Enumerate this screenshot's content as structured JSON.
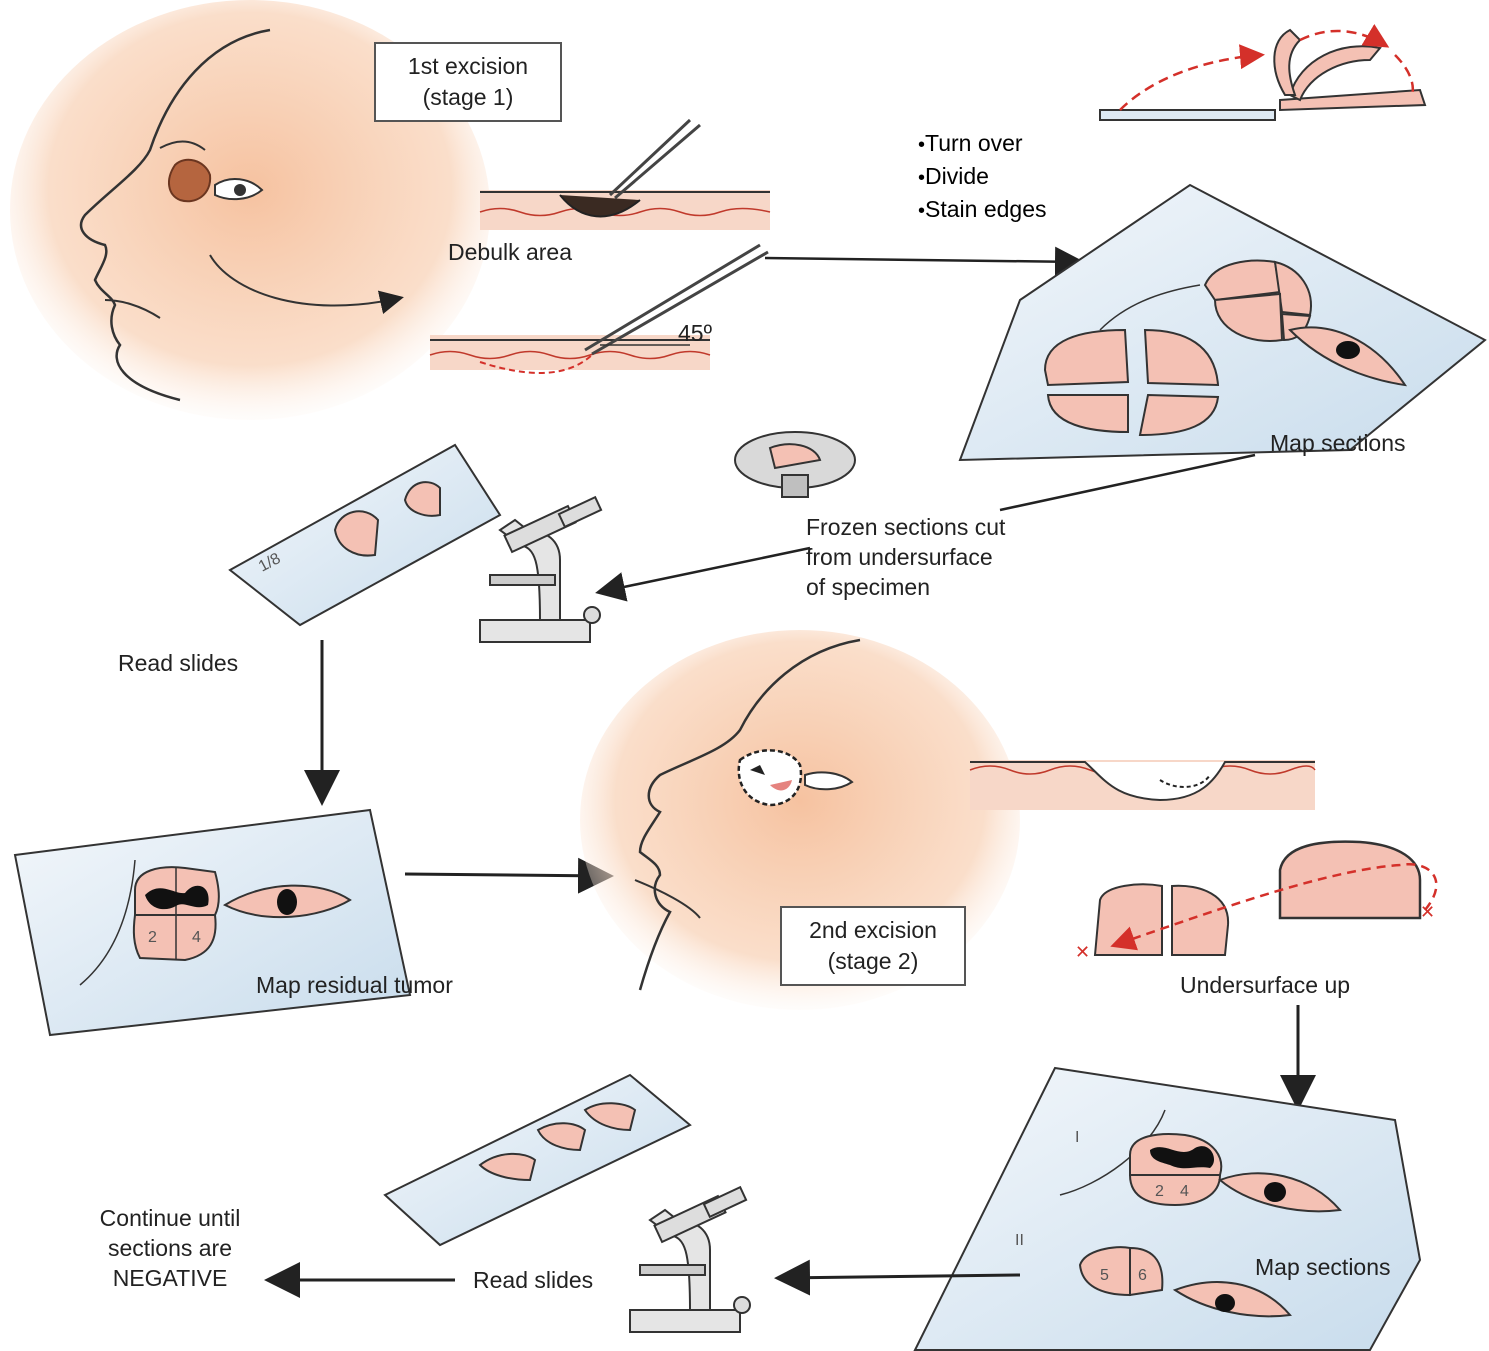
{
  "stage1_box": {
    "line1": "1st excision",
    "line2": "(stage 1)"
  },
  "debulk_label": "Debulk area",
  "angle_label": "45º",
  "steps": [
    "Turn over",
    "Divide",
    "Stain edges"
  ],
  "map_sections_top": "Map sections",
  "frozen_label": {
    "line1": "Frozen sections cut",
    "line2": "from undersurface",
    "line3": "of specimen"
  },
  "read_slides_top": "Read slides",
  "map_residual": "Map residual tumor",
  "stage2_box": {
    "line1": "2nd excision",
    "line2": "(stage 2)"
  },
  "undersurface_up": "Undersurface up",
  "map_sections_bottom": "Map sections",
  "read_slides_bottom": "Read slides",
  "continue_label": {
    "line1": "Continue until",
    "line2": "sections are",
    "line3": "NEGATIVE"
  },
  "colors": {
    "skin": "#f6c9aa",
    "tissue": "#f4c1b4",
    "slide": "#dde9f3",
    "arrow": "#222222",
    "red_arrow": "#d4302a"
  }
}
